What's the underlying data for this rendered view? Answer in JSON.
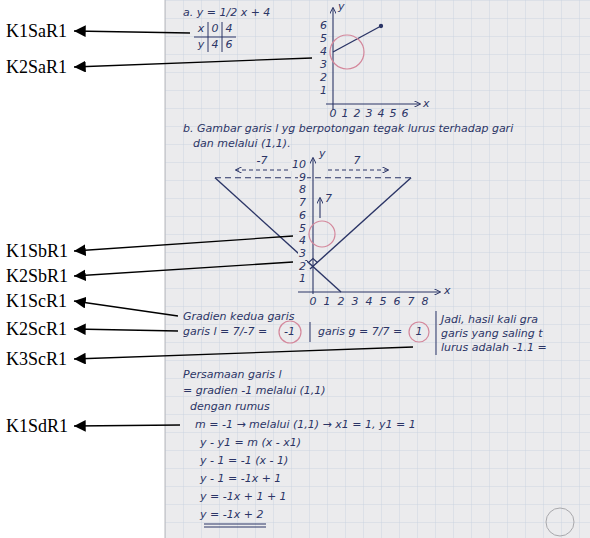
{
  "diagram": {
    "labels": [
      "K1SaR1",
      "K2SaR1",
      "K1SbR1",
      "K2SbR1",
      "K1ScR1",
      "K2ScR1",
      "K3ScR1",
      "K1SdR1",
      "a. y = 1/2 x + 4",
      "x",
      "0",
      "4",
      "y",
      "4",
      "6",
      "y",
      "1",
      "2",
      "3",
      "4",
      "5",
      "6",
      "0",
      "1",
      "2",
      "3",
      "4",
      "5",
      "6",
      "x",
      "b. Gambar garis l yg berpotongan tegak lurus terhadap gari",
      "dan melalui (1,1).",
      "y",
      "1",
      "2",
      "3",
      "4",
      "5",
      "6",
      "7",
      "8",
      "9",
      "10",
      "0",
      "1",
      "2",
      "3",
      "4",
      "5",
      "6",
      "7",
      "8",
      "x",
      "-7",
      "7",
      "7",
      "Gradien kedua garis",
      "garis l = 7/-7 =",
      "-1",
      "garis g = 7/7 =",
      "1",
      "Jadi, hasil kali gra",
      "garis yang saling t",
      "lurus adalah -1.1 =",
      "Persamaan garis l",
      "= gradien -1 melalui (1,1)",
      "dengan rumus",
      "m = -1 → melalui (1,1) → x1 = 1, y1 = 1",
      "y - y1 = m (x - x1)",
      "y - 1 = -1 (x - 1)",
      "y - 1 = -1x + 1",
      "y = -1x + 1 + 1",
      "y = -1x + 2"
    ]
  }
}
